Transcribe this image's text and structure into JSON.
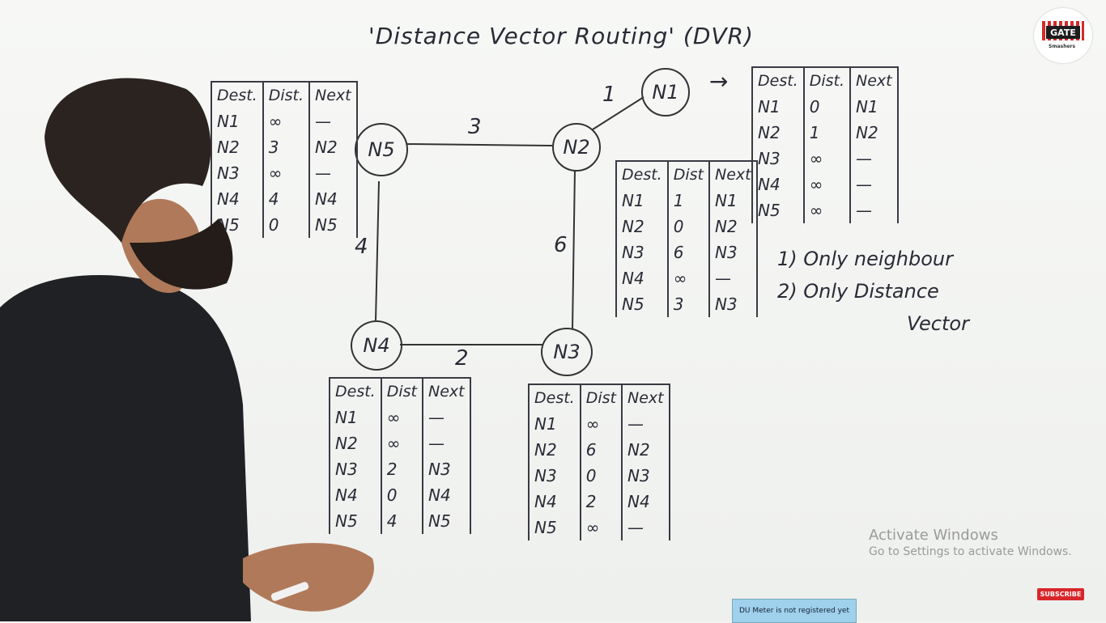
{
  "title": "'Distance Vector Routing' (DVR)",
  "nodes": {
    "n1": "N1",
    "n2": "N2",
    "n3": "N3",
    "n4": "N4",
    "n5": "N5"
  },
  "edges": {
    "n1_n2": "1",
    "n5_n2": "3",
    "n2_n3": "6",
    "n5_n4": "4",
    "n4_n3": "2"
  },
  "tables": {
    "n5": {
      "headers": [
        "Dest.",
        "Dist.",
        "Next"
      ],
      "rows": [
        [
          "N1",
          "∞",
          "—"
        ],
        [
          "N2",
          "3",
          "N2"
        ],
        [
          "N3",
          "∞",
          "—"
        ],
        [
          "N4",
          "4",
          "N4"
        ],
        [
          "N5",
          "0",
          "N5"
        ]
      ]
    },
    "n1": {
      "headers": [
        "Dest.",
        "Dist.",
        "Next"
      ],
      "rows": [
        [
          "N1",
          "0",
          "N1"
        ],
        [
          "N2",
          "1",
          "N2"
        ],
        [
          "N3",
          "∞",
          "—"
        ],
        [
          "N4",
          "∞",
          "—"
        ],
        [
          "N5",
          "∞",
          "—"
        ]
      ]
    },
    "n2": {
      "headers": [
        "Dest.",
        "Dist",
        "Next"
      ],
      "rows": [
        [
          "N1",
          "1",
          "N1"
        ],
        [
          "N2",
          "0",
          "N2"
        ],
        [
          "N3",
          "6",
          "N3"
        ],
        [
          "N4",
          "∞",
          "—"
        ],
        [
          "N5",
          "3",
          "N3"
        ]
      ]
    },
    "n4": {
      "headers": [
        "Dest.",
        "Dist",
        "Next"
      ],
      "rows": [
        [
          "N1",
          "∞",
          "—"
        ],
        [
          "N2",
          "∞",
          "—"
        ],
        [
          "N3",
          "2",
          "N3"
        ],
        [
          "N4",
          "0",
          "N4"
        ],
        [
          "N5",
          "4",
          "N5"
        ]
      ]
    },
    "n3": {
      "headers": [
        "Dest.",
        "Dist",
        "Next"
      ],
      "rows": [
        [
          "N1",
          "∞",
          "—"
        ],
        [
          "N2",
          "6",
          "N2"
        ],
        [
          "N3",
          "0",
          "N3"
        ],
        [
          "N4",
          "2",
          "N4"
        ],
        [
          "N5",
          "∞",
          "—"
        ]
      ]
    }
  },
  "arrow": "→",
  "notes": [
    "1) Only neighbour",
    "2) Only Distance",
    "Vector"
  ],
  "watermark": {
    "line1": "Activate Windows",
    "line2": "Go to Settings to activate Windows."
  },
  "du_meter": "DU Meter is not registered yet",
  "subscribe": "SUBSCRIBE",
  "logo": {
    "word": "GATE",
    "sub": "Smashers"
  }
}
